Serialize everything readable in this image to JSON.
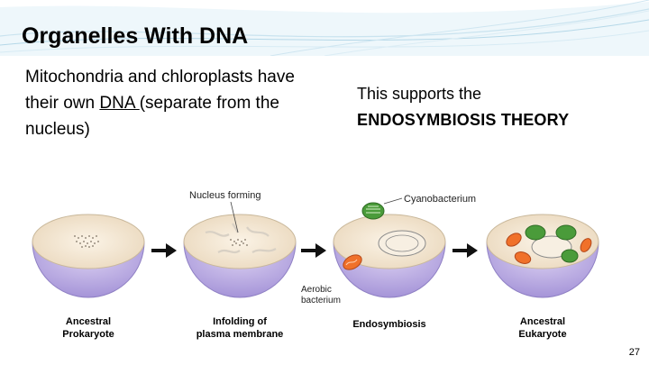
{
  "slide": {
    "title": "Organelles With DNA",
    "left_text": {
      "before": "Mitochondria and chloroplasts have their own ",
      "underlined": "DNA ",
      "after": "(separate from the nucleus)"
    },
    "right_text": {
      "line1": "This supports the",
      "line2": "ENDOSYMBIOSIS THEORY"
    },
    "figure": {
      "labels": {
        "nucleus_forming": "Nucleus forming",
        "cyanobacterium": "Cyanobacterium",
        "aerobic": "Aerobic",
        "bacterium": "bacterium"
      },
      "stages": [
        {
          "line1": "Ancestral",
          "line2": "Prokaryote"
        },
        {
          "line1": "Infolding of",
          "line2": "plasma membrane"
        },
        {
          "line1": "Endosymbiosis",
          "line2": ""
        },
        {
          "line1": "Ancestral",
          "line2": "Eukaryote"
        }
      ]
    },
    "page_number": "27",
    "colors": {
      "cell_fill": "#b6a6dc",
      "cell_top": "#f3e6d2",
      "mitochondrion": "#f0712a",
      "chloroplast": "#4a9b3a",
      "band": "#e5f2f8"
    }
  }
}
